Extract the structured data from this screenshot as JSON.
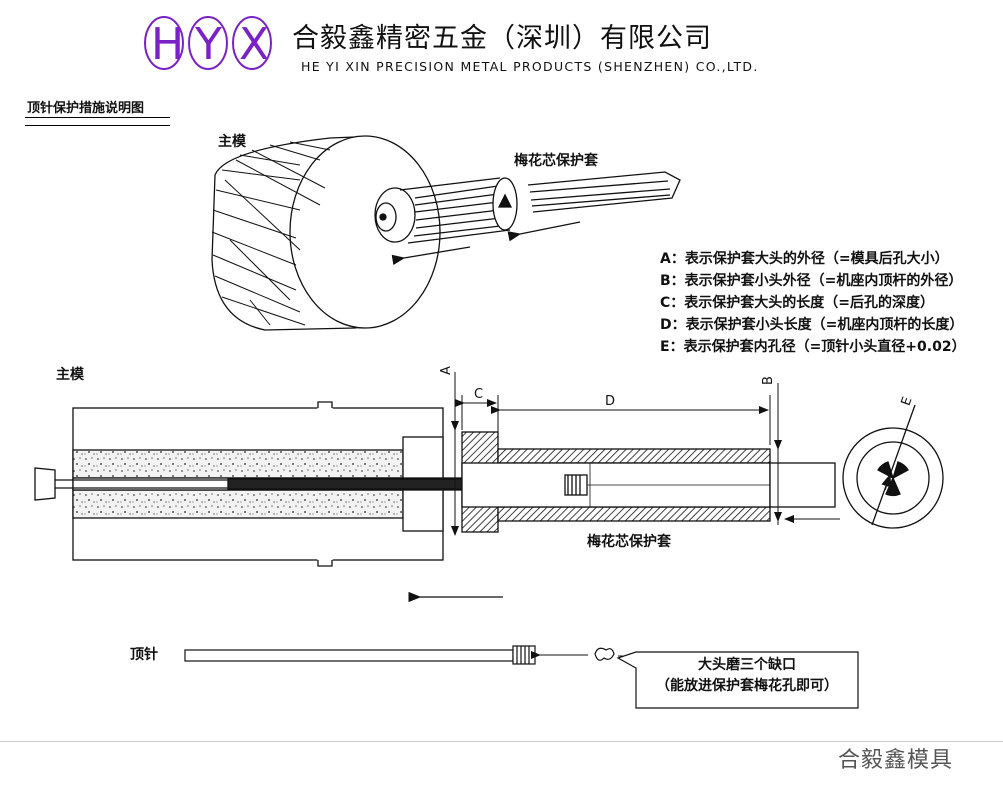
{
  "header": {
    "logo_text": "HYX",
    "company_name_cn": "合毅鑫精密五金（深圳）有限公司",
    "company_name_en": "HE YI XIN PRECISION METAL PRODUCTS (SHENZHEN) CO.,LTD."
  },
  "section_title": "顶针保护措施说明图",
  "top_view": {
    "main_mold_label": "主模",
    "sleeve_label": "梅花芯保护套"
  },
  "legend": [
    "A：表示保护套大头的外径（=模具后孔大小）",
    "B：表示保护套小头外径（=机座内顶杆的外径）",
    "C：表示保护套大头的长度（=后孔的深度）",
    "D：表示保护套小头长度（=机座内顶杆的长度）",
    "E：表示保护套内孔径（=顶针小头直径+0.02）"
  ],
  "section_view": {
    "main_mold_label": "主模",
    "sleeve_label": "梅花芯保护套",
    "dim_A": "A",
    "dim_B": "B",
    "dim_C": "C",
    "dim_D": "D",
    "dim_E": "E"
  },
  "pin_view": {
    "pin_label": "顶针",
    "note_line1": "大头磨三个缺口",
    "note_line2": "（能放进保护套梅花孔即可）"
  },
  "watermark": "合毅鑫模具",
  "colors": {
    "logo_purple": "#7a22c8",
    "line": "#111111"
  }
}
